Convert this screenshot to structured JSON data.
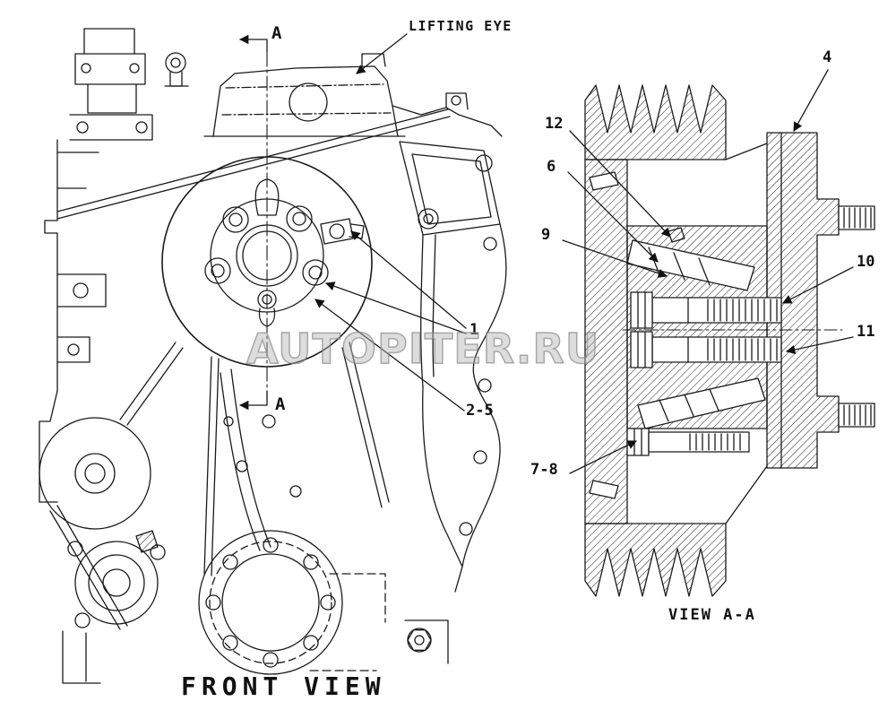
{
  "page": {
    "background_color": "#ffffff",
    "ink_color": "#1a1a1a",
    "watermark_color": "#b0b0b0"
  },
  "watermark": {
    "text": "AUTOPITER.RU"
  },
  "front_view": {
    "caption": "FRONT VIEW",
    "lifting_eye_label": "LIFTING EYE",
    "section_marker": "A",
    "callouts": [
      {
        "label": "1"
      },
      {
        "label": "2-5"
      }
    ]
  },
  "section_view": {
    "caption": "VIEW A-A",
    "callouts": [
      {
        "label": "4"
      },
      {
        "label": "12"
      },
      {
        "label": "6"
      },
      {
        "label": "9"
      },
      {
        "label": "10"
      },
      {
        "label": "11"
      },
      {
        "label": "7-8"
      }
    ]
  }
}
